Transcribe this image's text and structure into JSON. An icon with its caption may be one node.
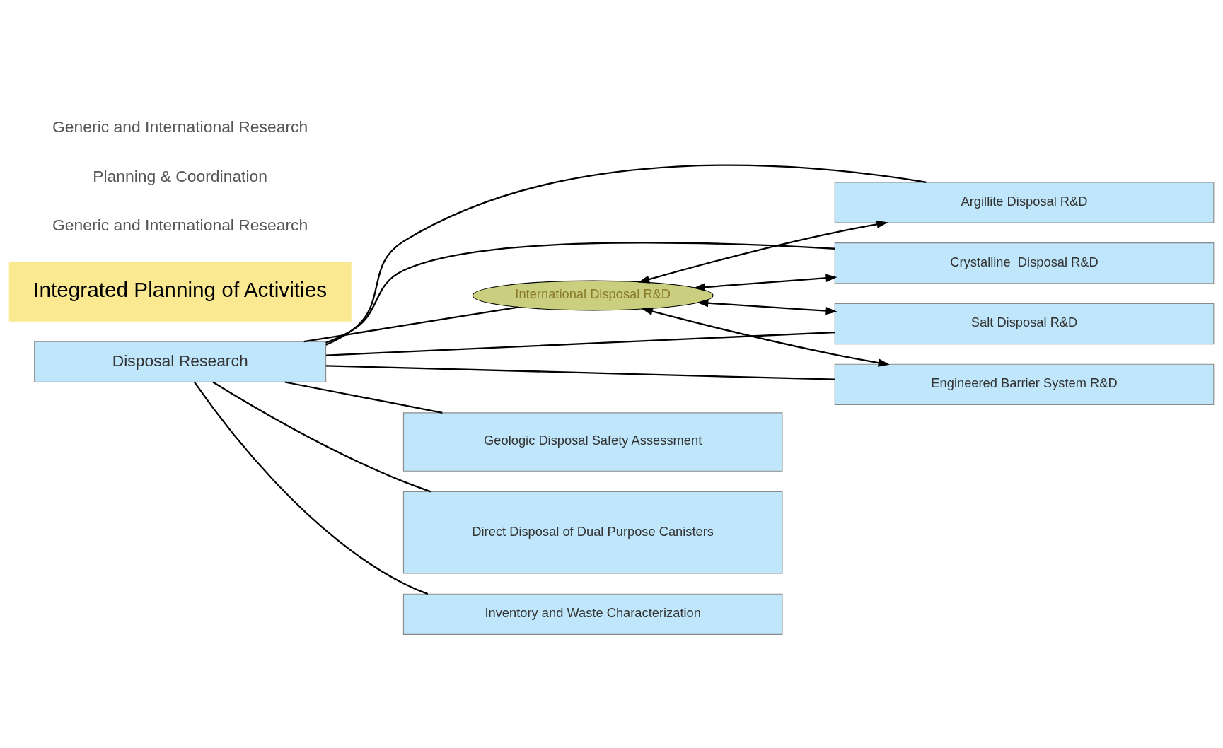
{
  "diagram": {
    "nodes": [
      {
        "text": [
          "Disposal Research"
        ]
      },
      {
        "text": [
          "Argillite Disposal R&D"
        ]
      },
      {
        "text": [
          "Crystalline  Disposal R&D"
        ]
      },
      {
        "text": [
          "Salt Disposal R&D"
        ]
      },
      {
        "text": [
          "Geologic Disposal Safety Assessment"
        ]
      },
      {
        "text": [
          "International Disposal R&D"
        ]
      },
      {
        "text": [
          "Direct Disposal of Dual Purpose Canisters"
        ]
      },
      {
        "text": [
          "Engineered Barrier System R&D"
        ]
      },
      {
        "text": [
          "Inventory and Waste Characterization"
        ]
      },
      {
        "text": [
          "Integrated Planning of Activities"
        ]
      }
    ],
    "edges": [
      {
        "from": 0,
        "to": 1,
        "arrow": "none"
      },
      {
        "from": 0,
        "to": 2,
        "arrow": "none"
      },
      {
        "from": 0,
        "to": 3,
        "arrow": "none"
      },
      {
        "from": 0,
        "to": 4,
        "arrow": "none"
      },
      {
        "from": 0,
        "to": 5,
        "arrow": "none"
      },
      {
        "from": 0,
        "to": 6,
        "arrow": "none"
      },
      {
        "from": 0,
        "to": 7,
        "arrow": "none"
      },
      {
        "from": 0,
        "to": 8,
        "arrow": "none"
      },
      {
        "from": 5,
        "to": 1,
        "arrow": "both"
      },
      {
        "from": 5,
        "to": 2,
        "arrow": "both"
      },
      {
        "from": 5,
        "to": 3,
        "arrow": "both"
      },
      {
        "from": 5,
        "to": 7,
        "arrow": "both"
      }
    ],
    "labels": [
      "Generic and International Research",
      "Planning & Coordination",
      "Generic and International Research"
    ]
  }
}
